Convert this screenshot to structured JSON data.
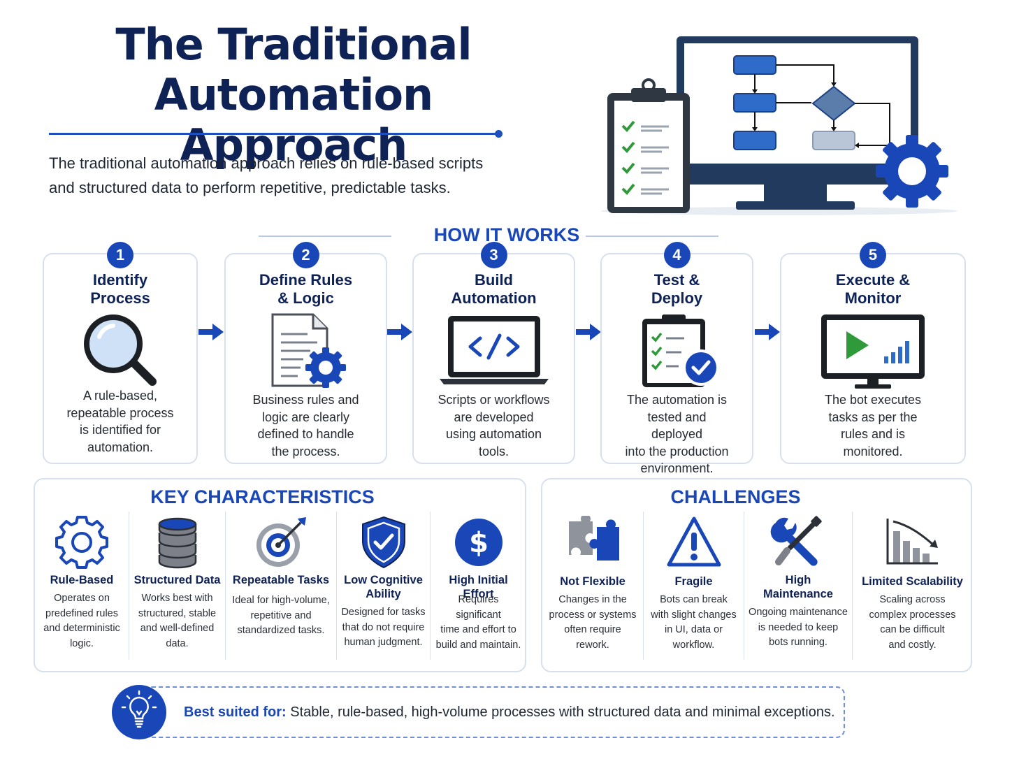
{
  "header": {
    "title_line1": "The Traditional",
    "title_line2": "Automation Approach",
    "intro_line1": "The traditional automation approach relies on rule-based scripts",
    "intro_line2": "and structured data to perform repetitive, predictable tasks."
  },
  "how_it_works": {
    "title": "HOW IT WORKS",
    "steps": [
      {
        "number": "1",
        "title_line1": "Identify",
        "title_line2": "Process",
        "icon": "magnifier-icon",
        "desc": [
          "A rule-based,",
          "repeatable process",
          "is identified for",
          "automation."
        ]
      },
      {
        "number": "2",
        "title_line1": "Define Rules",
        "title_line2": "& Logic",
        "icon": "document-gear-icon",
        "desc": [
          "Business rules and",
          "logic are clearly",
          "defined to handle",
          "the process."
        ]
      },
      {
        "number": "3",
        "title_line1": "Build",
        "title_line2": "Automation",
        "icon": "laptop-code-icon",
        "desc": [
          "Scripts or workflows",
          "are developed",
          "using automation",
          "tools."
        ]
      },
      {
        "number": "4",
        "title_line1": "Test &",
        "title_line2": "Deploy",
        "icon": "clipboard-check-icon",
        "desc": [
          "The automation is",
          "tested and deployed",
          "into the production",
          "environment."
        ]
      },
      {
        "number": "5",
        "title_line1": "Execute &",
        "title_line2": "Monitor",
        "icon": "monitor-play-icon",
        "desc": [
          "The bot executes",
          "tasks as per the",
          "rules and is",
          "monitored."
        ]
      }
    ]
  },
  "key_characteristics": {
    "title": "KEY CHARACTERISTICS",
    "items": [
      {
        "title_line1": "Rule-Based",
        "title_line2": "",
        "icon": "gear-icon",
        "desc": [
          "Operates on",
          "predefined rules",
          "and deterministic",
          "logic."
        ]
      },
      {
        "title_line1": "Structured Data",
        "title_line2": "",
        "icon": "database-icon",
        "desc": [
          "Works best with",
          "structured, stable",
          "and well-defined",
          "data."
        ]
      },
      {
        "title_line1": "Repeatable Tasks",
        "title_line2": "",
        "icon": "target-icon",
        "desc": [
          "Ideal for high-volume,",
          "repetitive and",
          "standardized tasks."
        ]
      },
      {
        "title_line1": "Low Cognitive",
        "title_line2": "Ability",
        "icon": "shield-check-icon",
        "desc": [
          "Designed for tasks",
          "that do not require",
          "human judgment."
        ]
      },
      {
        "title_line1": "High Initial Effort",
        "title_line2": "",
        "icon": "dollar-icon",
        "desc": [
          "Requires significant",
          "time and effort to",
          "build and maintain."
        ]
      }
    ]
  },
  "challenges": {
    "title": "CHALLENGES",
    "items": [
      {
        "title_line1": "Not Flexible",
        "title_line2": "",
        "icon": "puzzle-icon",
        "desc": [
          "Changes in the",
          "process or systems",
          "often require",
          "rework."
        ]
      },
      {
        "title_line1": "Fragile",
        "title_line2": "",
        "icon": "warning-icon",
        "desc": [
          "Bots can break",
          "with slight changes",
          "in UI, data or",
          "workflow."
        ]
      },
      {
        "title_line1": "High",
        "title_line2": "Maintenance",
        "icon": "tools-icon",
        "desc": [
          "Ongoing maintenance",
          "is needed to keep",
          "bots running."
        ]
      },
      {
        "title_line1": "Limited Scalability",
        "title_line2": "",
        "icon": "declining-chart-icon",
        "desc": [
          "Scaling across",
          "complex processes",
          "can be difficult",
          "and costly."
        ]
      }
    ]
  },
  "best_suited": {
    "label": "Best suited for:",
    "text": " Stable, rule-based, high-volume processes with structured data and minimal exceptions.",
    "icon": "lightbulb-icon"
  },
  "colors": {
    "navy": "#0f2256",
    "accent_blue": "#1a47b8",
    "check_green": "#2e9a3a",
    "border": "#d8e0ee"
  }
}
